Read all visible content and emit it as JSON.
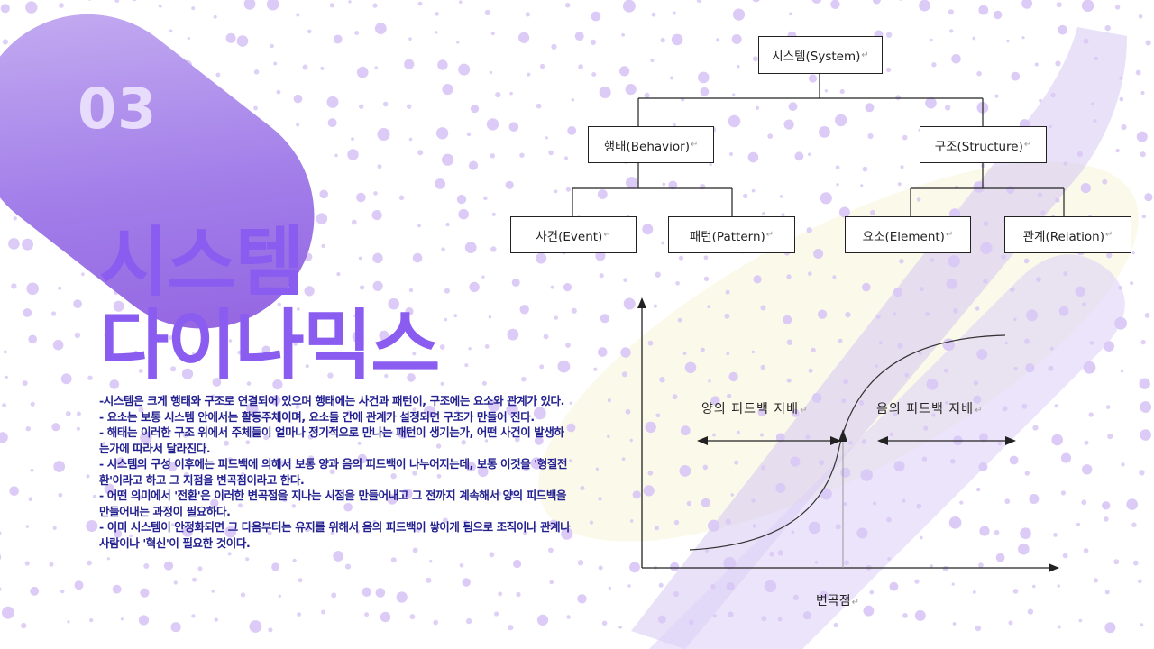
{
  "slide": {
    "number": "03",
    "title_line1": "시스템",
    "title_line2": "다이나믹스",
    "description": [
      "-시스템은 크게 행태와 구조로 연결되어 있으며 행태에는 사건과 패턴이, 구조에는 요소와 관계가 있다.",
      "- 요소는 보통 시스템 안에서는 활동주체이며, 요소들 간에 관계가 설정되면 구조가 만들어 진다.",
      "- 해태는 이러한 구조 위에서 주체들이 얼마나 정기적으로 만나는 패턴이 생기는가, 어떤 사건이 발생하는가에 따라서 달라진다.",
      "- 시스템의 구성 이후에는 피드백에 의해서 보통 양과 음의 피드백이 나누어지는데, 보통 이것을 '형질전환'이라고 하고 그 지점을 변곡점이라고 한다.",
      "- 어떤 의미에서 '전환'은 이러한 변곡점을 지나는 시점을 만들어내고 그 전까지 계속해서 양의 피드백을 만들어내는 과정이 필요하다.",
      "- 이미 시스템이 안정화되면 그 다음부터는 유지를 위해서 음의 피드백이 쌓이게 됨으로 조직이나 관계나 사람이나 '혁신'이 필요한 것이다."
    ]
  },
  "hierarchy": {
    "root": "시스템(System)",
    "behavior": "행태(Behavior)",
    "structure": "구조(Structure)",
    "event": "사건(Event)",
    "pattern": "패턴(Pattern)",
    "element": "요소(Element)",
    "relation": "관계(Relation)",
    "return_mark": "↵"
  },
  "curve": {
    "positive_label": "양의 피드백 지배",
    "negative_label": "음의 피드백 지배",
    "inflection_label": "변곡점"
  },
  "colors": {
    "accent": "#8b5cf0",
    "text_dark": "#23208f",
    "dots": "#d9c8f5"
  }
}
